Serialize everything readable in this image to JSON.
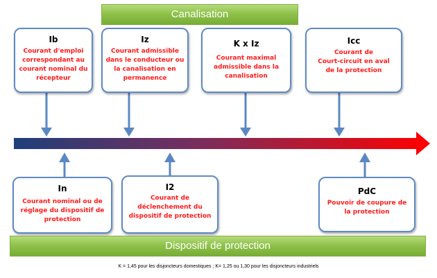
{
  "banners": {
    "top": "Canalisation",
    "bottom": "Dispositif de protection"
  },
  "boxes": {
    "ib": {
      "title": "Ib",
      "lines": [
        "Courant d'emploi",
        "correspondant au",
        "courant nominal du",
        "récepteur"
      ]
    },
    "iz": {
      "title": "Iz",
      "lines": [
        "Courant admissible",
        "dans le conducteur ou",
        "la canalisation en",
        "permanence"
      ]
    },
    "kiz": {
      "title": "K x Iz",
      "lines": [
        "Courant maximal",
        "admissible dans la",
        "canalisation"
      ]
    },
    "icc": {
      "title": "Icc",
      "lines": [
        "Courant de",
        "Court-circuit en aval",
        "de la protection"
      ]
    },
    "in": {
      "title": "In",
      "lines": [
        "Courant nominal ou de",
        "réglage du dispositif de",
        "protection"
      ]
    },
    "i2": {
      "title": "I2",
      "lines": [
        "Courant de",
        "déclenchement du",
        "dispositif de protection"
      ]
    },
    "pdc": {
      "title": "PdC",
      "lines": [
        "Pouvoir de coupure de",
        "la protection"
      ]
    }
  },
  "footnote": "K = 1,45 pour les disjoncteurs domestiques ; K= 1,25 ou 1,30 pour les disjoncteurs industriels",
  "colors": {
    "axis_start": "#1f3f7a",
    "axis_end": "#ff0000",
    "box_border": "#5f8ac6",
    "connector": "#5b88c4",
    "description_text": "#ff1a1a",
    "banner_green": "#8fc24b"
  }
}
